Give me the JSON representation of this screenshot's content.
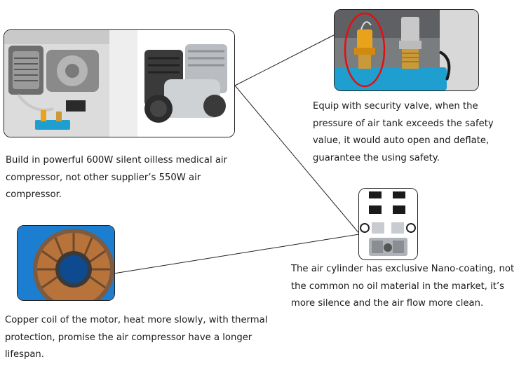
{
  "features": [
    {
      "id": "compressor",
      "caption": "Build in powerful 600W silent oilless medical air compressor, not other supplier’s 550W air compressor.",
      "image": "air-compressor-photo"
    },
    {
      "id": "valve",
      "caption": "Equip with security valve, when the pressure of air tank exceeds the safety value, it would auto open and deflate, guarantee the using safety.",
      "image": "security-valve-photo"
    },
    {
      "id": "cylinder",
      "caption": "The air cylinder has exclusive Nano-coating, not the common no oil material in the market, it’s more silence and the air flow more clean.",
      "image": "air-cylinder-parts-photo"
    },
    {
      "id": "coil",
      "caption": "Copper coil of the motor, heat more slowly, with thermal protection, promise the air compressor have a longer lifespan.",
      "image": "copper-coil-photo"
    }
  ],
  "colors": {
    "highlight_circle": "#e01010",
    "valve_brass": "#e8a21c",
    "base_blue": "#1e9fd0",
    "copper": "#b8733a"
  }
}
